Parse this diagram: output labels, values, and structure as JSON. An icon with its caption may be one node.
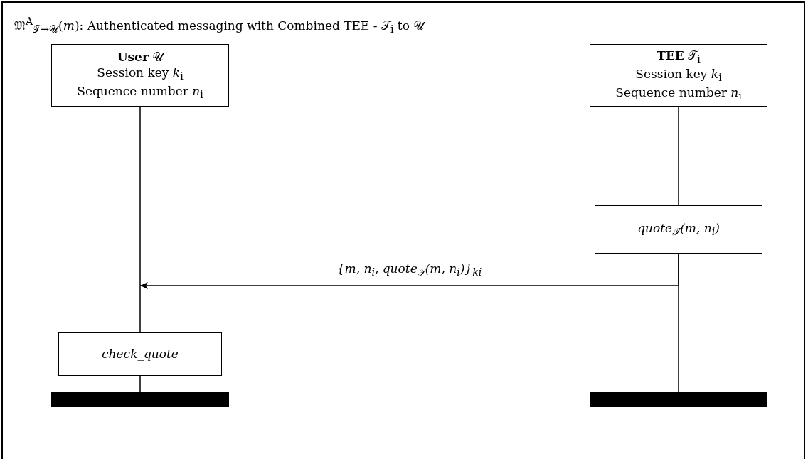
{
  "diagram": {
    "title": "𝔐$^{A}$$_{𝒯→𝒰}$(*m*): Authenticated messaging with Combined TEE - 𝒯$_{i}$ to 𝒰",
    "nodes": [
      {
        "text": [
          "**User** 𝒰",
          "Session key *k*$_{i}$",
          "Sequence number *n*$_{i}$"
        ]
      },
      {
        "text": [
          "**TEE** 𝒯$_{i}$",
          "Session key *k*$_{i}$",
          "Sequence number *n*$_{i}$"
        ]
      },
      {
        "text": [
          "quote$_{𝒯}$(m, n$_{i}$)"
        ]
      },
      {
        "text": [
          "check_quote"
        ]
      },
      {
        "text": [],
        "shape": "bar"
      },
      {
        "text": [],
        "shape": "bar"
      }
    ],
    "edges": [
      {
        "from": 0,
        "to": 3,
        "arrow": "none"
      },
      {
        "from": 3,
        "to": 4,
        "arrow": "none"
      },
      {
        "from": 1,
        "to": 2,
        "arrow": "none"
      },
      {
        "from": 2,
        "to": 5,
        "arrow": "none"
      },
      {
        "from": 2,
        "to": null,
        "arrow": "to",
        "label": "{m, n$_{i}$, quote$_{𝒯}$(m, n$_{i}$)}$_{ki}$"
      }
    ]
  }
}
